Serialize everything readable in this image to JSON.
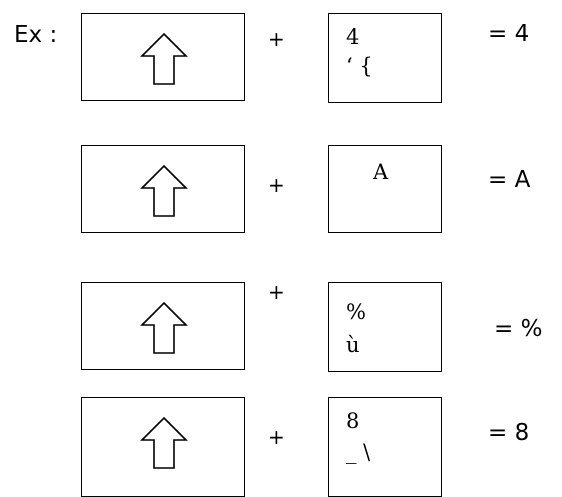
{
  "prefix": "Ex :",
  "rows": [
    {
      "key_top": "4",
      "key_bottom": "‘ {",
      "plus": "+",
      "result": "= 4"
    },
    {
      "key_top": "A",
      "key_bottom": "",
      "plus": "+",
      "result": "= A"
    },
    {
      "key_top": "%",
      "key_bottom": "ù",
      "plus": "+",
      "result": "= %"
    },
    {
      "key_top": "8",
      "key_bottom": "_ \\",
      "plus": "+",
      "result": "= 8"
    }
  ]
}
